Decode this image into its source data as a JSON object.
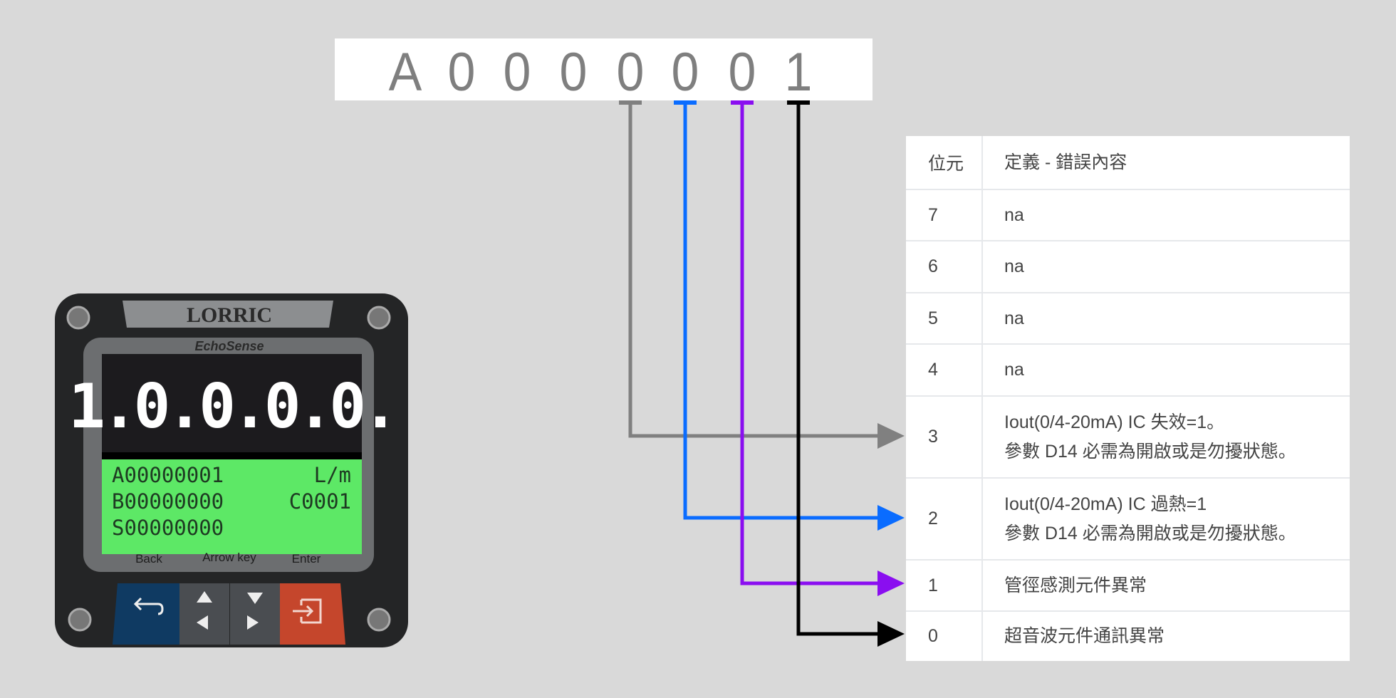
{
  "code": {
    "chars": [
      "A",
      "0",
      "0",
      "0",
      "0",
      "0",
      "0",
      "1"
    ]
  },
  "wire_colors": {
    "bit3": "#808080",
    "bit2": "#0a6cff",
    "bit1": "#8a0ef0",
    "bit0": "#000000"
  },
  "table": {
    "headers": {
      "bit": "位元",
      "definition": "定義 - 錯誤內容"
    },
    "rows": [
      {
        "bit": "7",
        "line1": "na",
        "line2": ""
      },
      {
        "bit": "6",
        "line1": "na",
        "line2": ""
      },
      {
        "bit": "5",
        "line1": "na",
        "line2": ""
      },
      {
        "bit": "4",
        "line1": "na",
        "line2": ""
      },
      {
        "bit": "3",
        "line1": "Iout(0/4-20mA) IC 失效=1。",
        "line2": "參數 D14 必需為開啟或是勿擾狀態。"
      },
      {
        "bit": "2",
        "line1": "Iout(0/4-20mA) IC 過熱=1",
        "line2": "參數 D14 必需為開啟或是勿擾狀態。"
      },
      {
        "bit": "1",
        "line1": "管徑感測元件異常",
        "line2": ""
      },
      {
        "bit": "0",
        "line1": "超音波元件通訊異常",
        "line2": ""
      }
    ]
  },
  "device": {
    "brand": "LORRIC",
    "model": "EchoSense",
    "segment_display": "1.0.0.0.0.",
    "lcd": {
      "line1_left": "A00000001",
      "line1_right": "L/m",
      "line2_left": "B00000000",
      "line2_right": "C0001",
      "line3_left": "S00000000"
    },
    "labels": {
      "back": "Back",
      "arrow": "Arrow key",
      "enter": "Enter"
    }
  }
}
